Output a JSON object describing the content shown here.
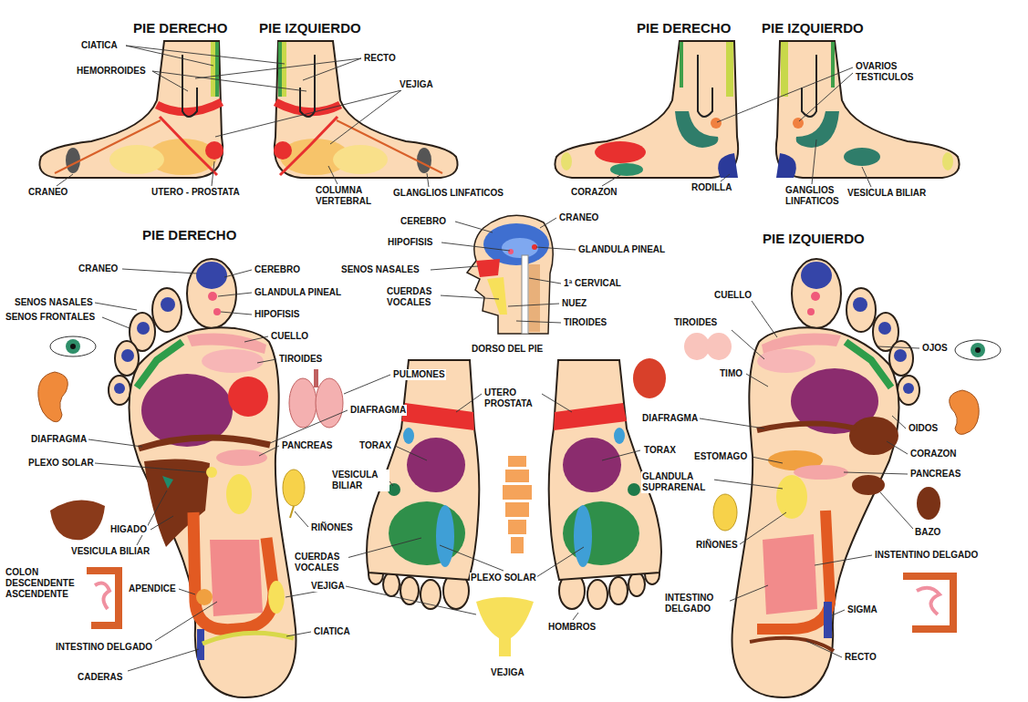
{
  "diagram": {
    "labels": [
      "PIE DERECHO",
      "PIE IZQUIERDO",
      "CIATICA",
      "HEMORROIDES",
      "RECTO",
      "VEJIGA",
      "CRANEO",
      "UTERO - PROSTATA",
      "COLUMNA VERTEBRAL",
      "GLANGLIOS LINFATICOS",
      "PIE DERECHO",
      "PIE IZQUIERDO",
      "OVARIOS TESTICULOS",
      "CORAZON",
      "RODILLA",
      "GANGLIOS LINFATICOS",
      "VESICULA BILIAR",
      "CEREBRO",
      "CRANEO",
      "HIPOFISIS",
      "GLANDULA PINEAL",
      "SENOS NASALES",
      "1ª CERVICAL",
      "CUERDAS VOCALES",
      "NUEZ",
      "TIROIDES",
      "DORSO DEL PIE",
      "PIE DERECHO",
      "CRANEO",
      "CEREBRO",
      "SENOS NASALES",
      "GLANDULA PINEAL",
      "SENOS FRONTALES",
      "HIPOFISIS",
      "CUELLO",
      "TIROIDES",
      "PULMONES",
      "DIAFRAGMA",
      "DIAFRAGMA",
      "PANCREAS",
      "PLEXO SOLAR",
      "VESICULA BILIAR",
      "RIÑONES",
      "HIGADO",
      "VESICULA BILIAR",
      "COLON DESCENDENTE ASCENDENTE",
      "APENDICE",
      "CUERDAS VOCALES",
      "VEJIGA",
      "INTESTINO DELGADO",
      "CIATICA",
      "CADERAS",
      "UTERO PROSTATA",
      "TORAX",
      "TORAX",
      "PLEXO SOLAR",
      "HOMBROS",
      "VEJIGA",
      "PIE IZQUIERDO",
      "CUELLO",
      "TIROIDES",
      "OJOS",
      "TIMO",
      "OIDOS",
      "DIAFRAGMA",
      "CORAZON",
      "ESTOMAGO",
      "PANCREAS",
      "GLANDULA SUPRARENAL",
      "BAZO",
      "RIÑONES",
      "INSTENTINO DELGADO",
      "INTESTINO DELGADO",
      "SIGMA",
      "RECTO"
    ]
  }
}
